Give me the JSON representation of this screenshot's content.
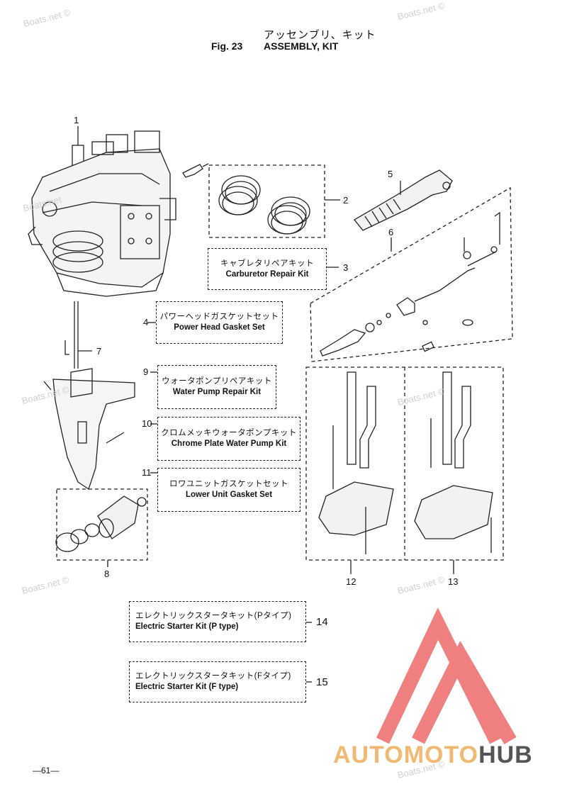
{
  "header": {
    "jp_title": "アッセンブリ、キット",
    "fig_label": "Fig. 23",
    "title": "ASSEMBLY, KIT"
  },
  "kits": [
    {
      "num": "3",
      "jp": "キャブレタリペアキット",
      "en": "Carburetor Repair Kit"
    },
    {
      "num": "4",
      "jp": "パワーヘッドガスケットセット",
      "en": "Power Head Gasket Set"
    },
    {
      "num": "9",
      "jp": "ウォータポンプリペアキット",
      "en": "Water Pump Repair Kit"
    },
    {
      "num": "10",
      "jp": "クロムメッキウォータポンプキット",
      "en": "Chrome Plate Water Pump Kit"
    },
    {
      "num": "11",
      "jp": "ロワユニットガスケットセット",
      "en": "Lower Unit Gasket Set"
    },
    {
      "num": "14",
      "jp": "エレクトリックスタータキット(Pタイプ)",
      "en": "Electric Starter Kit (P type)"
    },
    {
      "num": "15",
      "jp": "エレクトリックスタータキット(Fタイプ)",
      "en": "Electric Starter Kit (F type)"
    }
  ],
  "callouts": {
    "c1": "1",
    "c2": "2",
    "c5": "5",
    "c6": "6",
    "c7": "7",
    "c8": "8",
    "c12": "12",
    "c13": "13"
  },
  "watermark": "Boats.net ©",
  "watermark_short": "Boats.net",
  "page_number": "—61—",
  "logo": {
    "part_a": "AUTOMOTO",
    "part_b": "HUB",
    "color_a": "#f0b870",
    "color_b": "#555555",
    "triangle_color": "#f08080"
  }
}
